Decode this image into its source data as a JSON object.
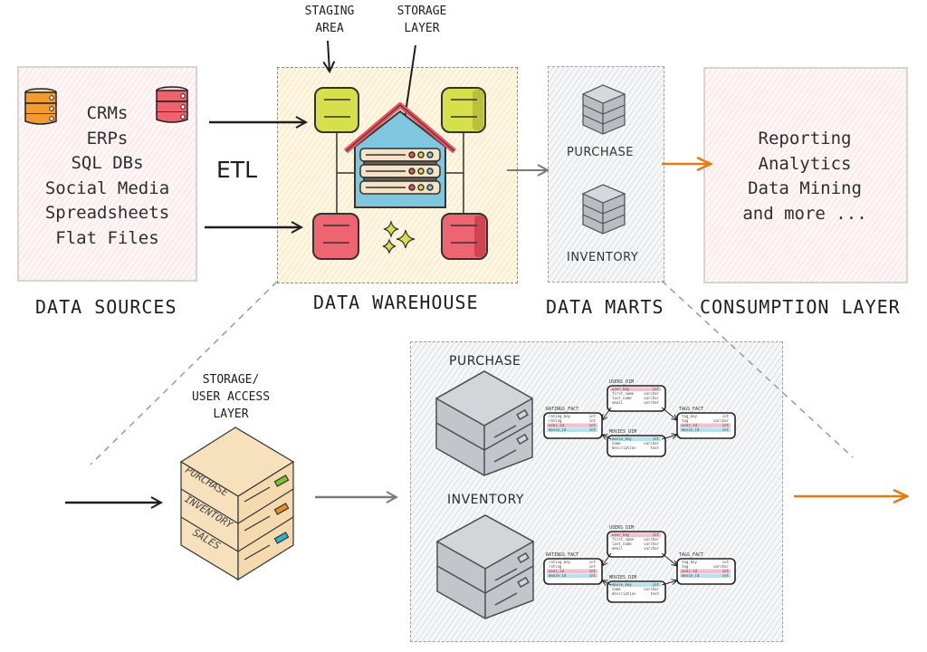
{
  "diagram": {
    "title": "Data Warehouse Architecture",
    "sections": {
      "data_sources": {
        "title": "DATA SOURCES",
        "items": [
          "CRMs",
          "ERPs",
          "SQL DBs",
          "Social Media",
          "Spreadsheets",
          "Flat Files"
        ],
        "icons": [
          "database-orange-icon",
          "database-red-icon"
        ]
      },
      "etl": {
        "label": "ETL"
      },
      "data_warehouse": {
        "title": "DATA WAREHOUSE",
        "callouts": {
          "staging": "STAGING\nAREA",
          "storage": "STORAGE\nLAYER"
        }
      },
      "data_marts": {
        "title": "DATA MARTS",
        "marts": [
          "PURCHASE",
          "INVENTORY"
        ]
      },
      "consumption": {
        "title": "CONSUMPTION LAYER",
        "items": [
          "Reporting",
          "Analytics",
          "Data Mining",
          "and more ..."
        ]
      }
    },
    "detail": {
      "access_layer_label": "STORAGE/\nUSER ACCESS\nLAYER",
      "server_layers": [
        "PURCHASE",
        "INVENTORY",
        "SALES"
      ],
      "server_layer_colors": [
        "#7cc42b",
        "#f08a24",
        "#2eb5d0"
      ],
      "mart_schemas": [
        {
          "name": "PURCHASE"
        },
        {
          "name": "INVENTORY"
        }
      ],
      "schema_tables": {
        "users_dim": {
          "title": "USERS_DIM",
          "rows": [
            [
              "user_key",
              "int"
            ],
            [
              "first_name",
              "varchar"
            ],
            [
              "last_name",
              "varchar"
            ],
            [
              "email",
              "varchar"
            ]
          ]
        },
        "ratings_fact": {
          "title": "RATINGS_FACT",
          "rows": [
            [
              "rating_key",
              "int"
            ],
            [
              "rating",
              "int"
            ],
            [
              "user_id",
              "int"
            ],
            [
              "movie_id",
              "int"
            ]
          ]
        },
        "movies_dim": {
          "title": "MOVIES_DIM",
          "rows": [
            [
              "movie_key",
              "int"
            ],
            [
              "name",
              "varchar"
            ],
            [
              "description",
              "text"
            ]
          ]
        },
        "tags_fact": {
          "title": "TAGS_FACT",
          "rows": [
            [
              "tag_key",
              "int"
            ],
            [
              "tag",
              "varchar"
            ],
            [
              "user_id",
              "int"
            ],
            [
              "movie_id",
              "int"
            ]
          ]
        }
      }
    },
    "colors": {
      "accent_arrow": "#e8790f",
      "staging_green": "#d6e04a",
      "staging_red": "#ee6470",
      "house_roof": "#e8525e",
      "house_body": "#7fc6df",
      "db_orange": "#f59a2e",
      "db_red": "#f0626b"
    }
  }
}
